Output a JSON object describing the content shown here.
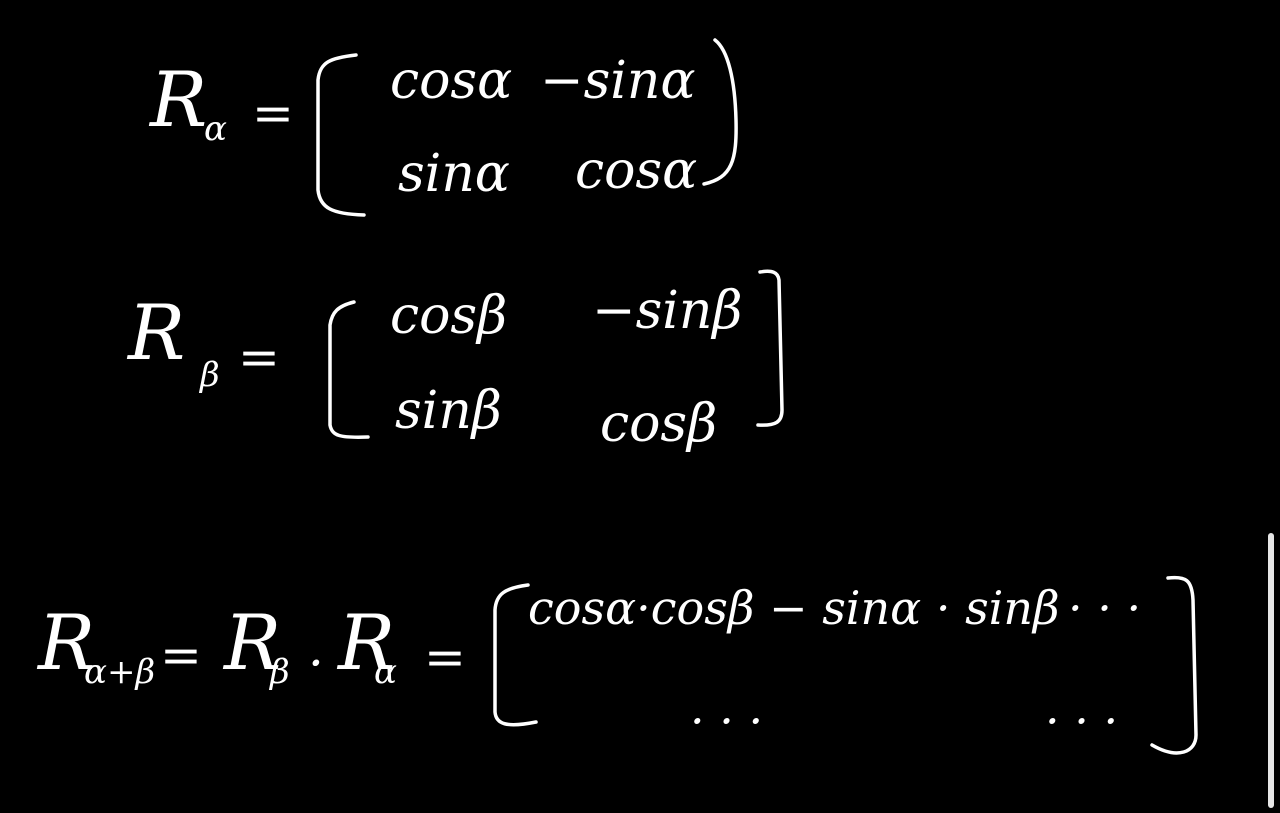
{
  "colors": {
    "background": "#000000",
    "ink": "#ffffff",
    "scrollbar": "#e6e6e6"
  },
  "eq1": {
    "lhs_symbol": "R",
    "lhs_subscript": "α",
    "equals": "=",
    "matrix": [
      [
        "cosα",
        "−sinα"
      ],
      [
        "sinα",
        "cosα"
      ]
    ]
  },
  "eq2": {
    "lhs_symbol": "R",
    "lhs_subscript": "β",
    "equals": "=",
    "matrix": [
      [
        "cosβ",
        "−sinβ"
      ],
      [
        "sinβ",
        "cosβ"
      ]
    ]
  },
  "eq3": {
    "lhs_symbol": "R",
    "lhs_subscript": "α+β",
    "equals_1": "=",
    "mid_symbol_1": "R",
    "mid_subscript_1": "β",
    "dot": "·",
    "mid_symbol_2": "R",
    "mid_subscript_2": "α",
    "equals_2": "=",
    "matrix": [
      [
        "cosα·cosβ − sinα · sinβ",
        "· · ·"
      ],
      [
        "· · ·",
        "· · ·"
      ]
    ]
  }
}
